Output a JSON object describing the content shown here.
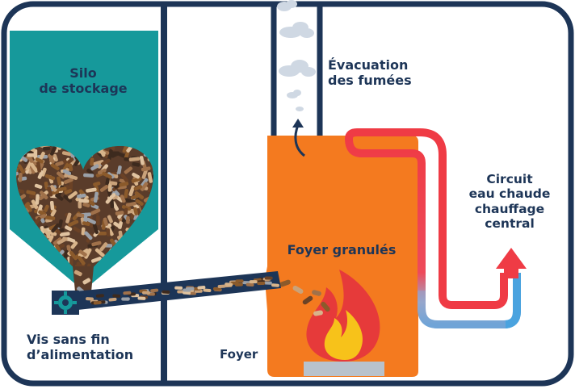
{
  "labels": {
    "silo": "Silo\nde stockage",
    "flue": "Évacuation\ndes fumées",
    "circuit": "Circuit\neau chaude\nchauffage\ncentral",
    "burner": "Foyer granulés",
    "screw": "Vis sans fin\nd’alimentation",
    "foyer": "Foyer"
  },
  "icons": [
    "gear-icon",
    "smoke-cloud-icon",
    "flame-icon",
    "arrow-up-icon",
    "curved-arrow-icon"
  ],
  "colors": {
    "outline": "#1d3557",
    "silo": "#16999b",
    "boiler": "#f47a1f",
    "flame_outer": "#e63a3a",
    "flame_inner": "#f7c21a",
    "hot_water": "#ef3b45",
    "cold_water": "#4aa3df",
    "burner_base": "#b8c2cc",
    "smoke": "#cfd8e3"
  }
}
